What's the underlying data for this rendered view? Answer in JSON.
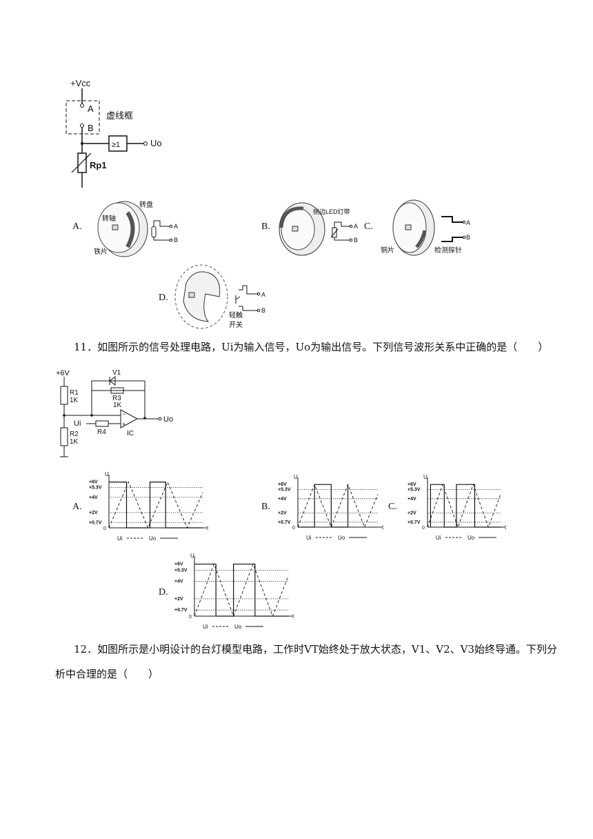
{
  "circuit10": {
    "vcc": "+Vcc",
    "a": "A",
    "b": "B",
    "box_label": "虚线框",
    "gate": "≥1",
    "uo": "Uo",
    "rp": "Rp1"
  },
  "q10_options": {
    "a_label": "A.",
    "a_disc": "转盘",
    "a_shaft": "转轴",
    "a_iron": "铁片",
    "b_label": "B.",
    "b_led": "侧边LED灯带",
    "c_label": "C.",
    "c_copper": "铜片",
    "c_probe": "检测探针",
    "d_label": "D.",
    "d_switch1": "轻触",
    "d_switch2": "开关",
    "pin_a": "A",
    "pin_b": "B"
  },
  "q11": {
    "text": "11．如图所示的信号处理电路，Ui为输入信号，Uo为输出信号。下列信号波形关系中正确的是（　　）"
  },
  "circuit11": {
    "vplus": "+6V",
    "r1": "R1",
    "r1v": "1K",
    "r2": "R2",
    "r2v": "1K",
    "v1": "V1",
    "r3": "R3",
    "r3v": "1K",
    "ui": "Ui",
    "r4": "R4",
    "ic": "IC",
    "uo": "Uo",
    "minus": "−",
    "plus": "+"
  },
  "waveforms": {
    "u": "U",
    "t": "t",
    "zero": "0",
    "ticks": [
      "+6V",
      "+5.3V",
      "+4V",
      "+2V",
      "+0.7V"
    ],
    "legend_ui": "Ui",
    "legend_uo": "Uo",
    "a_label": "A.",
    "b_label": "B.",
    "c_label": "C.",
    "d_label": "D."
  },
  "q12": {
    "line1": "12．如图所示是小明设计的台灯模型电路，工作时VT始终处于放大状态，V1、V2、V3始终导通。下列分",
    "line2": "析中合理的是（　　）"
  }
}
